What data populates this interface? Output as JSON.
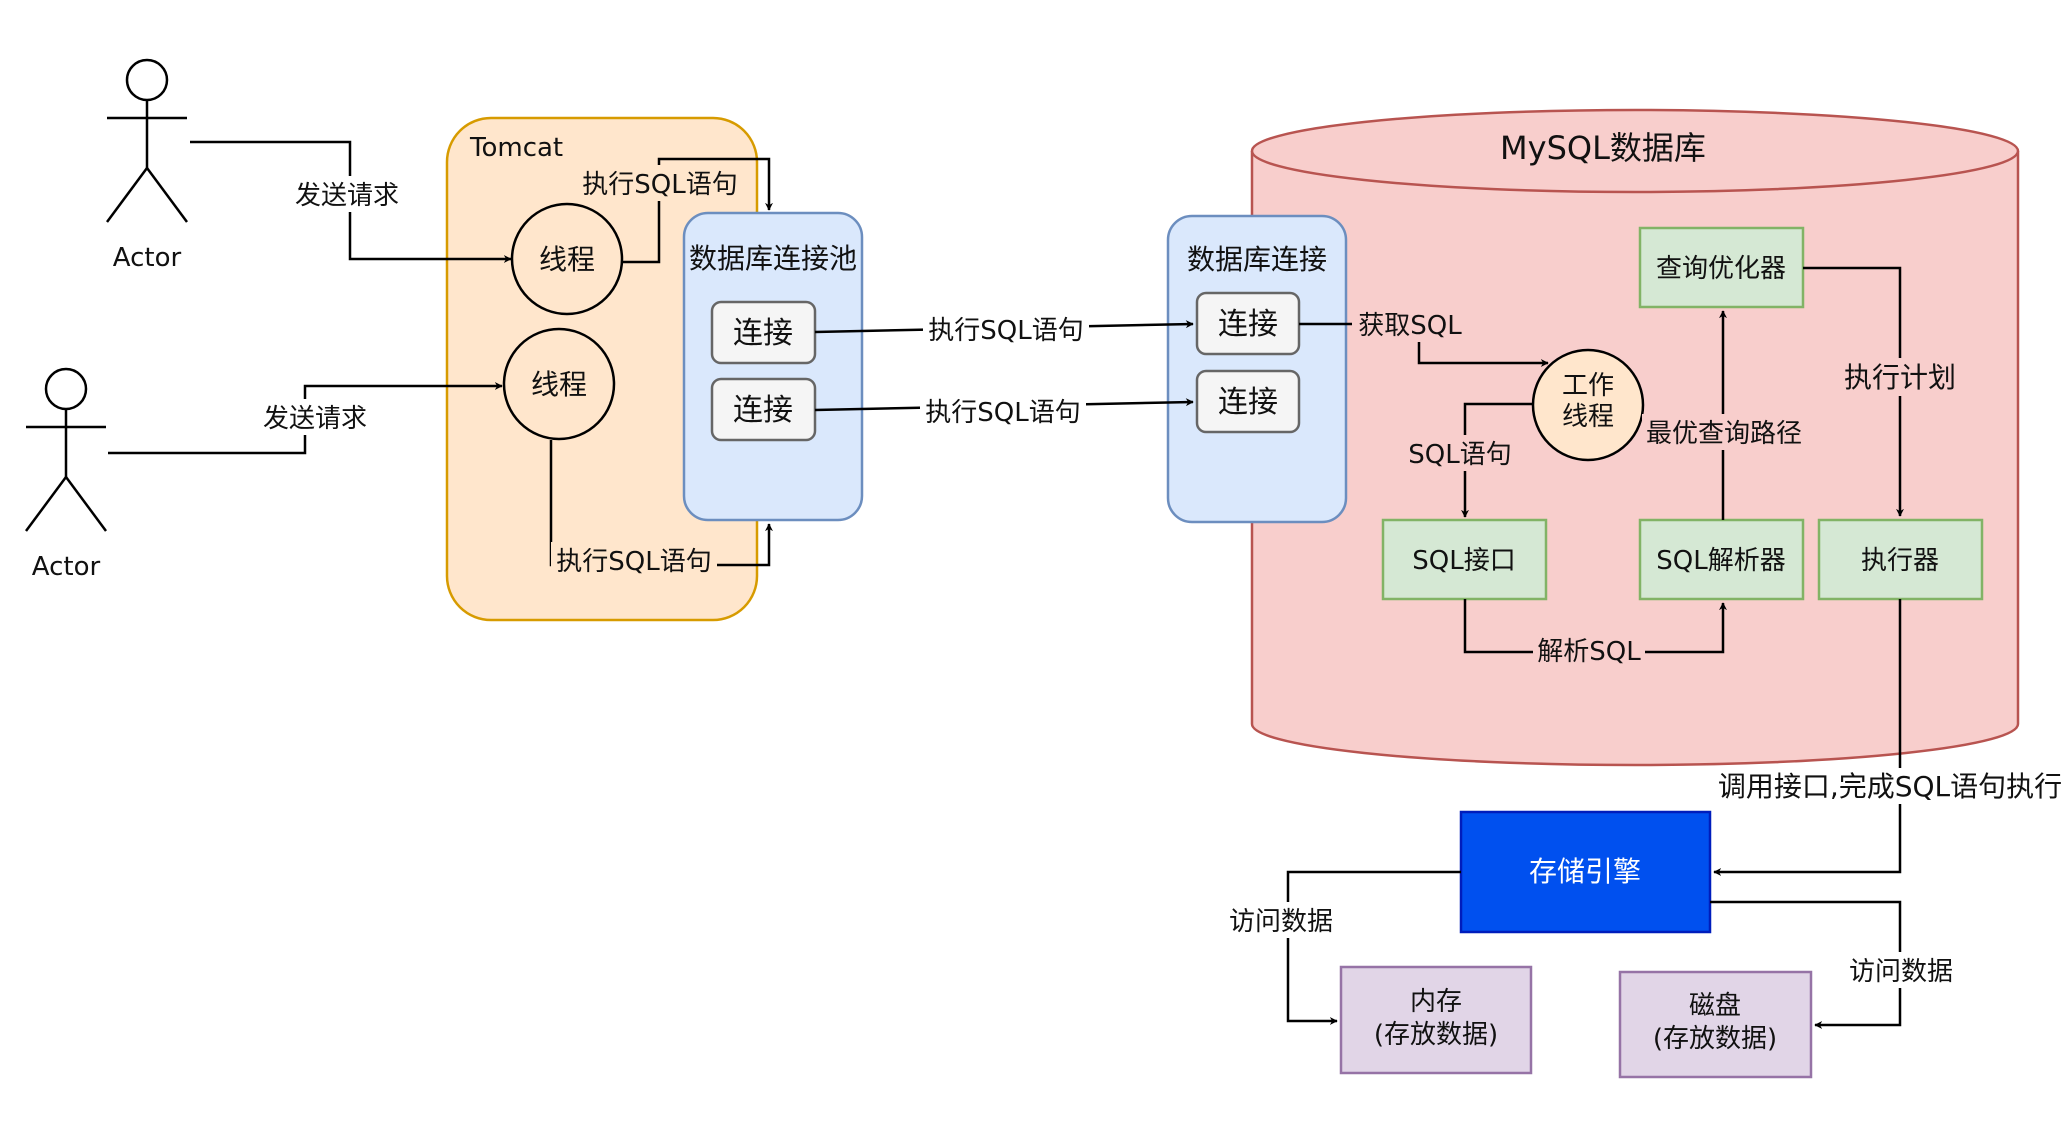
{
  "actors": [
    {
      "label": "Actor"
    },
    {
      "label": "Actor"
    }
  ],
  "tomcat": {
    "title": "Tomcat",
    "thread1": "线程",
    "thread2": "线程",
    "pool_title": "数据库连接池",
    "pool_conn1": "连接",
    "pool_conn2": "连接"
  },
  "db_conn": {
    "title": "数据库连接",
    "conn1": "连接",
    "conn2": "连接"
  },
  "mysql": {
    "title": "MySQL数据库",
    "worker_line1": "工作",
    "worker_line2": "线程",
    "sql_interface": "SQL接口",
    "sql_parser": "SQL解析器",
    "optimizer": "查询优化器",
    "executor": "执行器"
  },
  "storage": {
    "engine": "存储引擎",
    "memory_line1": "内存",
    "memory_line2": "(存放数据)",
    "disk_line1": "磁盘",
    "disk_line2": "(存放数据)"
  },
  "edges": {
    "send_req_1": "发送请求",
    "send_req_2": "发送请求",
    "exec_sql_top": "执行SQL语句",
    "exec_sql_bottom": "执行SQL语句",
    "exec_sql_conn1": "执行SQL语句",
    "exec_sql_conn2": "执行SQL语句",
    "get_sql": "获取SQL",
    "sql_stmt": "SQL语句",
    "parse_sql": "解析SQL",
    "best_path": "最优查询路径",
    "exec_plan": "执行计划",
    "call_api": "调用接口,完成SQL语句执行",
    "access_mem": "访问数据",
    "access_disk": "访问数据"
  },
  "colors": {
    "tomcat_fill": "#FFE6CC",
    "tomcat_stroke": "#D79B00",
    "pool_fill": "#DAE8FC",
    "pool_stroke": "#6C8EBF",
    "mysql_fill": "#F8CECC",
    "mysql_stroke": "#B85450",
    "green_fill": "#D5E8D4",
    "green_stroke": "#82B366",
    "engine_fill": "#0050EF",
    "purple_fill": "#E1D5E7",
    "purple_stroke": "#9673A6"
  }
}
